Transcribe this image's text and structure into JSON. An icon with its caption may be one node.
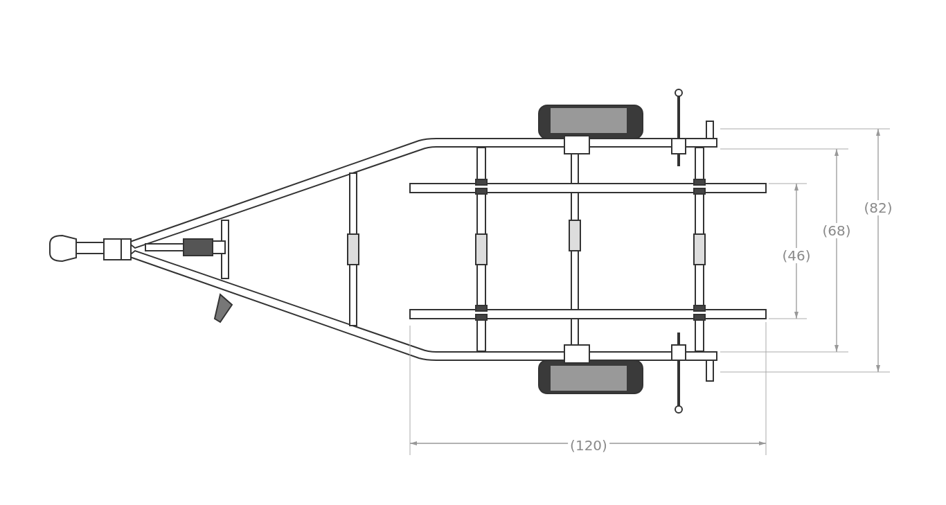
{
  "diagram": {
    "labels": [
      "(82)",
      "(68)",
      "(46)",
      "(120)"
    ]
  }
}
